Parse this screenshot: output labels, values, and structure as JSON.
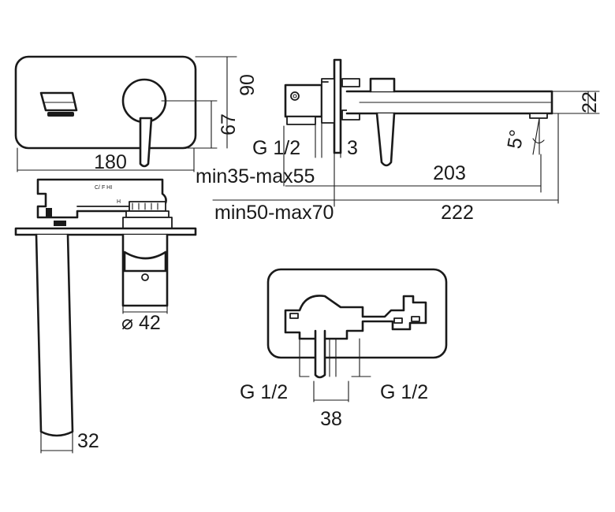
{
  "dimensions": {
    "height_total": "90",
    "height_center": "67",
    "width_plate": "180",
    "inlet_thread": "G 1/2",
    "plate_gap": "3",
    "spout_height": "22",
    "angle": "5°",
    "wall_range_1": "min35-max55",
    "wall_range_2": "min50-max70",
    "spout_reach_203": "203",
    "spout_reach_222": "222",
    "lever_diameter": "⌀ 42",
    "spout_diameter": "32",
    "bottom_thread_left": "G 1/2",
    "bottom_thread_right": "G 1/2",
    "bottom_spacing": "38"
  }
}
